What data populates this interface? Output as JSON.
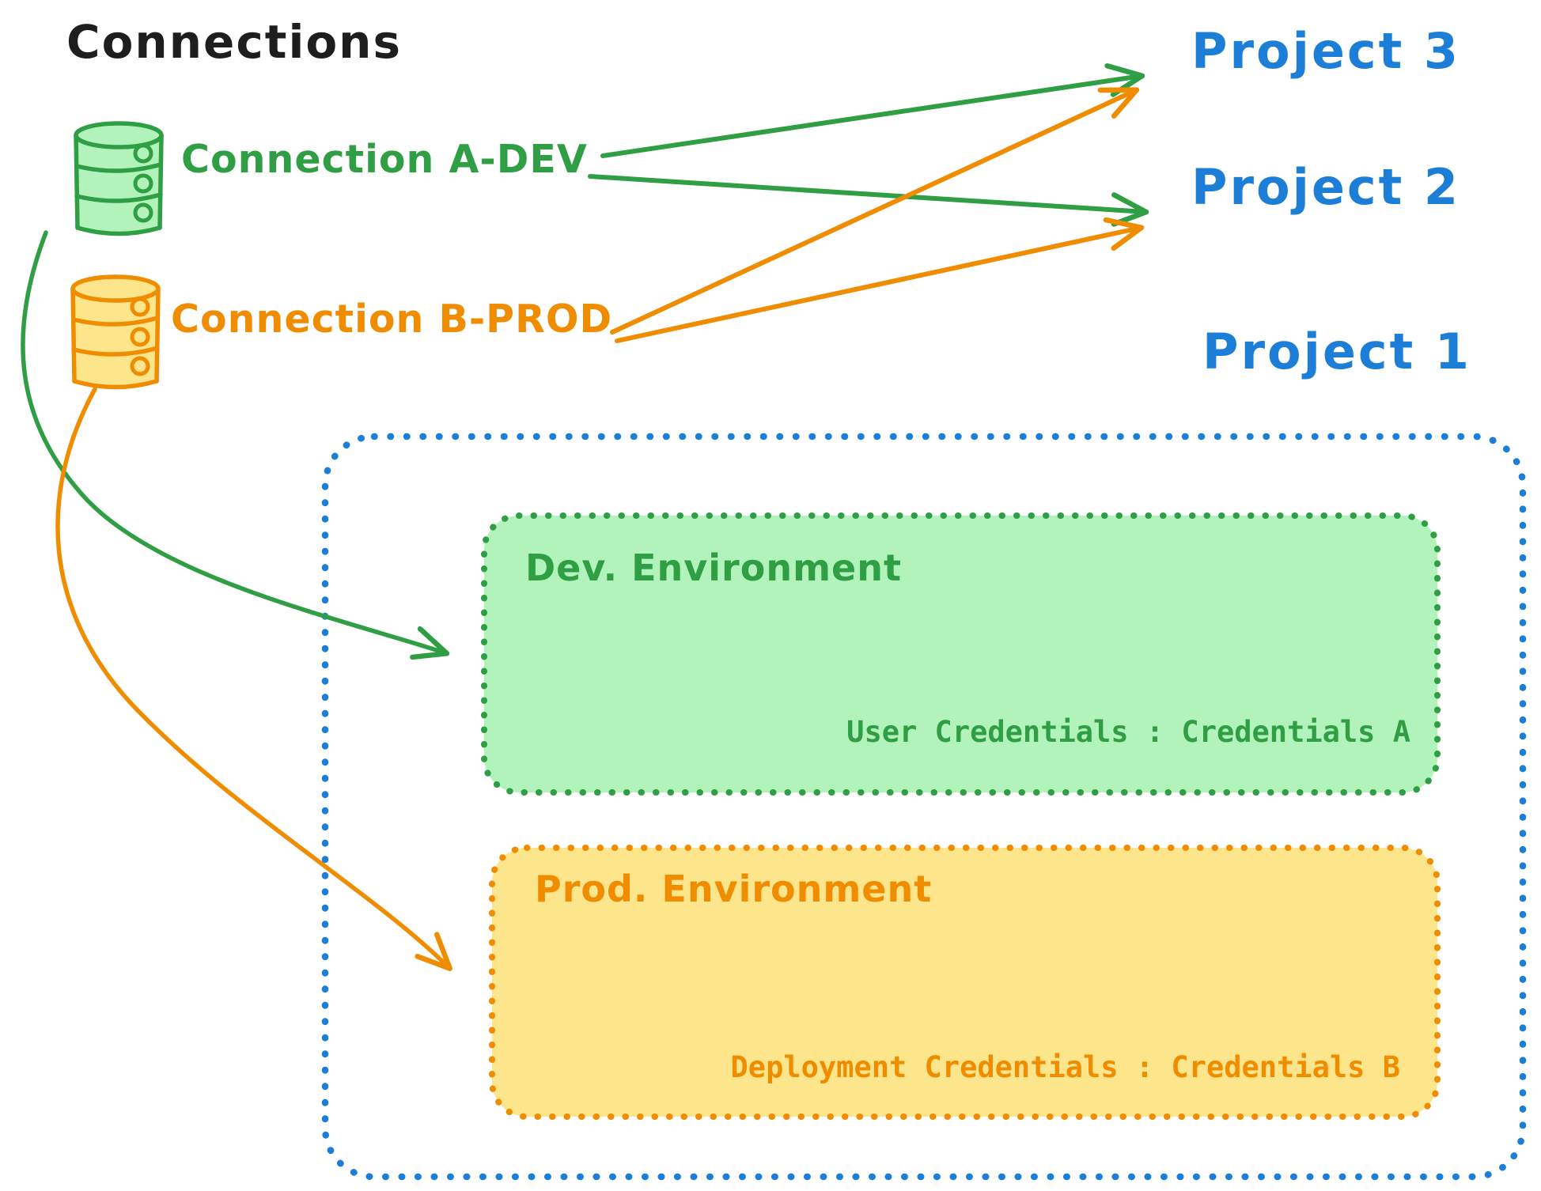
{
  "diagram": {
    "title": "Connections",
    "connections": [
      {
        "id": "a-dev",
        "label": "Connection A-DEV",
        "color": "#2f9e44"
      },
      {
        "id": "b-prod",
        "label": "Connection B-PROD",
        "color": "#f08c00"
      }
    ],
    "projects": [
      {
        "label": "Project 3"
      },
      {
        "label": "Project 2"
      },
      {
        "label": "Project 1"
      }
    ],
    "project1": {
      "environments": [
        {
          "title": "Dev. Environment",
          "credentials_label": "User Credentials : Credentials A"
        },
        {
          "title": "Prod. Environment",
          "credentials_label": "Deployment Credentials : Credentials B"
        }
      ]
    },
    "edges": [
      {
        "from": "Connection A-DEV",
        "to": "Project 3"
      },
      {
        "from": "Connection A-DEV",
        "to": "Project 2"
      },
      {
        "from": "Connection B-PROD",
        "to": "Project 3"
      },
      {
        "from": "Connection B-PROD",
        "to": "Project 2"
      },
      {
        "from": "Connection A-DEV",
        "to": "Dev. Environment"
      },
      {
        "from": "Connection B-PROD",
        "to": "Prod. Environment"
      }
    ],
    "colors": {
      "green": "#2f9e44",
      "green_fill": "#b2f2bb",
      "orange": "#f08c00",
      "orange_fill": "#fce58b",
      "blue": "#1c7ed6",
      "black": "#1e1e1e"
    }
  }
}
